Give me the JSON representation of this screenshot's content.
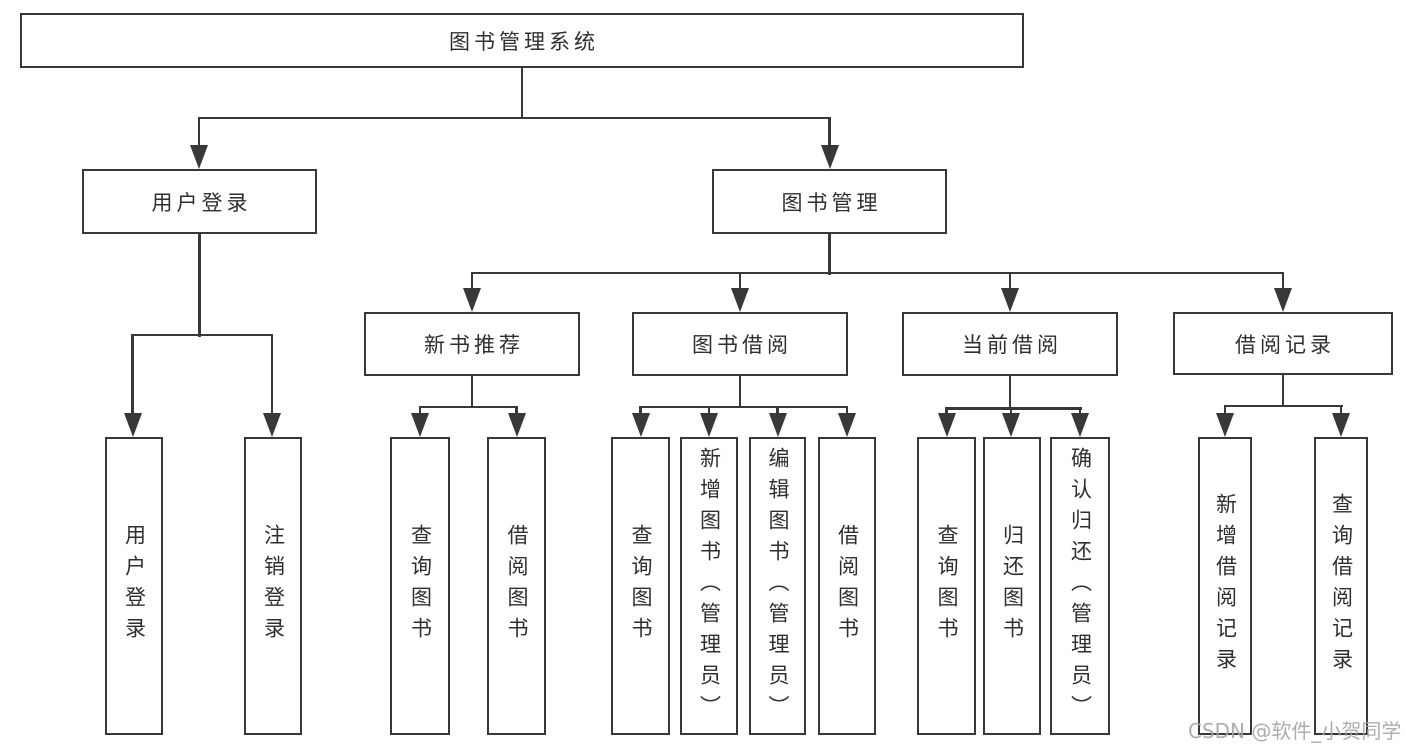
{
  "diagram": {
    "title": "图书管理系统",
    "nodes": {
      "root": "图书管理系统",
      "user_login": "用户登录",
      "book_mgmt": "图书管理",
      "new_book": "新书推荐",
      "book_borrow": "图书借阅",
      "current_borrow": "当前借阅",
      "borrow_records": "借阅记录",
      "leaves": {
        "user_login": [
          "用户登录",
          "注销登录"
        ],
        "new_book": [
          "查询图书",
          "借阅图书"
        ],
        "book_borrow": [
          "查询图书",
          "新增图书（管理员）",
          "编辑图书（管理员）",
          "借阅图书"
        ],
        "current_borrow": [
          "查询图书",
          "归还图书",
          "确认归还（管理员）"
        ],
        "borrow_records": [
          "新增借阅记录",
          "查询借阅记录"
        ]
      }
    },
    "colors": {
      "line": "#383838",
      "text": "#2f2f2f",
      "background": "#ffffff",
      "watermark": "#a6a6a6"
    }
  },
  "watermark": {
    "text": "CSDN @软件_小贺同学"
  }
}
